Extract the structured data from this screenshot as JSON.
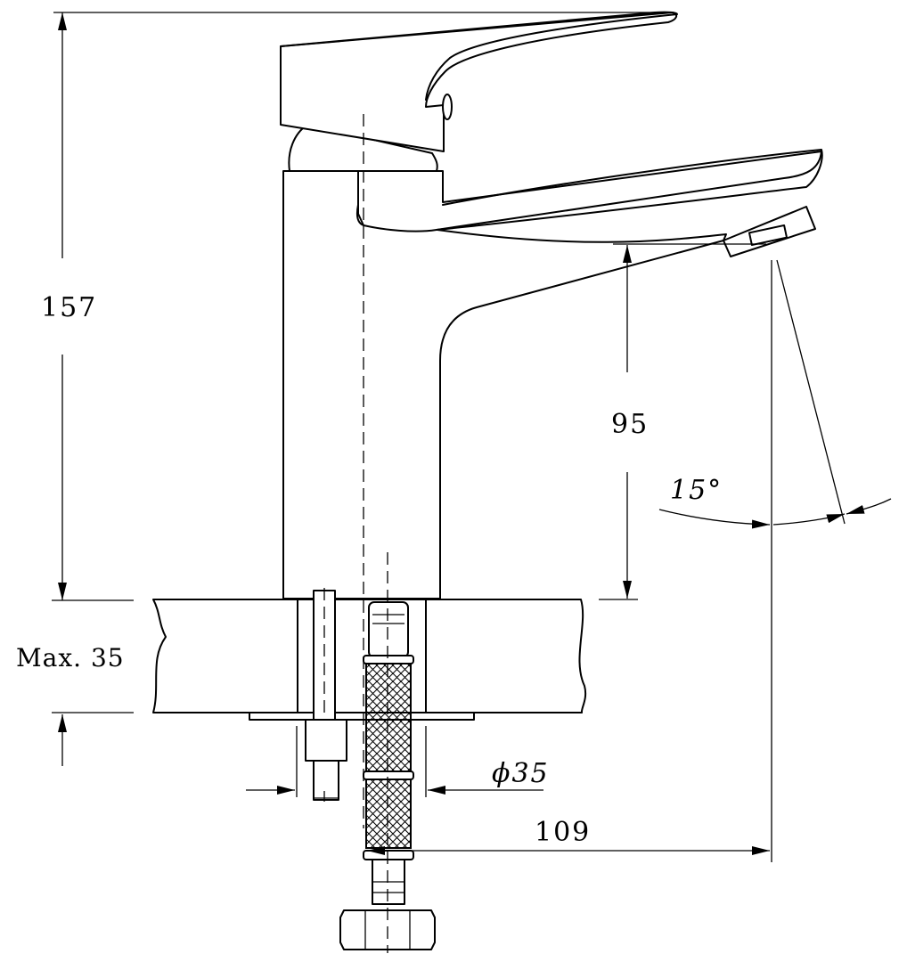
{
  "dimensions": {
    "total_height": "157",
    "spout_height": "95",
    "max_deck_thickness": "Max. 35",
    "hole_diameter": "ϕ35",
    "spout_reach": "109",
    "spout_angle": "15°"
  },
  "colors": {
    "line": "#000000",
    "background": "#ffffff"
  }
}
